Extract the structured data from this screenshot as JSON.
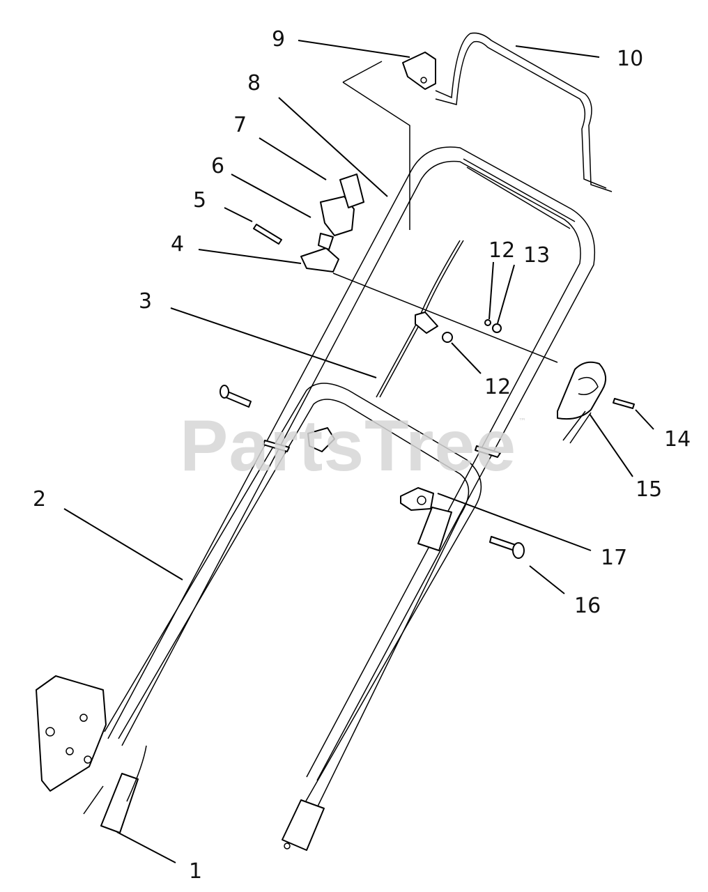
{
  "watermark": {
    "text": "PartsTree",
    "trademark": "™"
  },
  "callouts": [
    {
      "key": "c1",
      "label": "1"
    },
    {
      "key": "c2",
      "label": "2"
    },
    {
      "key": "c3",
      "label": "3"
    },
    {
      "key": "c4",
      "label": "4"
    },
    {
      "key": "c5",
      "label": "5"
    },
    {
      "key": "c6",
      "label": "6"
    },
    {
      "key": "c7",
      "label": "7"
    },
    {
      "key": "c8",
      "label": "8"
    },
    {
      "key": "c9",
      "label": "9"
    },
    {
      "key": "c10",
      "label": "10"
    },
    {
      "key": "c12a",
      "label": "12"
    },
    {
      "key": "c12b",
      "label": "12"
    },
    {
      "key": "c13",
      "label": "13"
    },
    {
      "key": "c14",
      "label": "14"
    },
    {
      "key": "c15",
      "label": "15"
    },
    {
      "key": "c16",
      "label": "16"
    },
    {
      "key": "c17",
      "label": "17"
    }
  ]
}
